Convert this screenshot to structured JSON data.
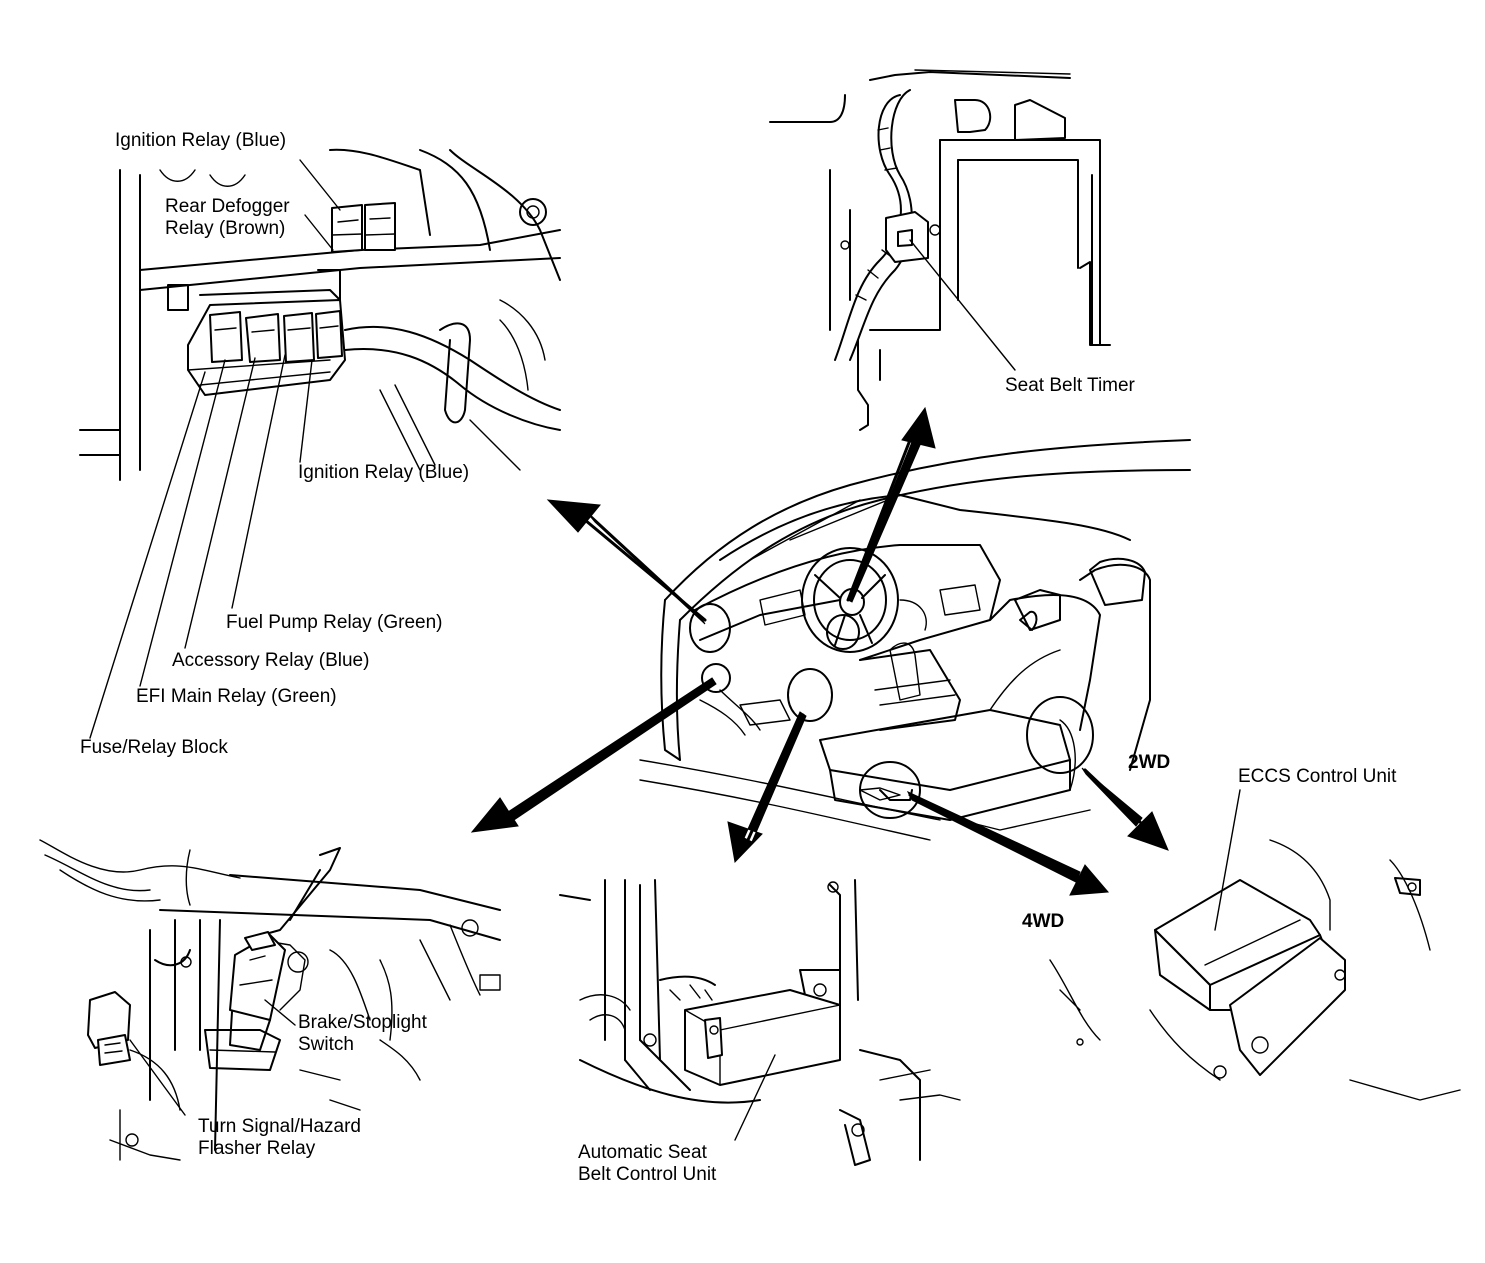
{
  "labels": {
    "ignition_relay_top": "Ignition Relay (Blue)",
    "rear_defogger_line1": "Rear Defogger",
    "rear_defogger_line2": "Relay (Brown)",
    "ignition_relay_bottom": "Ignition Relay (Blue)",
    "fuel_pump_relay": "Fuel Pump Relay (Green)",
    "accessory_relay": "Accessory Relay (Blue)",
    "efi_main_relay": "EFI Main Relay (Green)",
    "fuse_relay_block": "Fuse/Relay Block",
    "seat_belt_timer": "Seat Belt Timer",
    "two_wd": "2WD",
    "four_wd": "4WD",
    "eccs_control_unit": "ECCS Control Unit",
    "brake_switch_line1": "Brake/Stoplight",
    "brake_switch_line2": "Switch",
    "flasher_line1": "Turn Signal/Hazard",
    "flasher_line2": "Flasher Relay",
    "seat_belt_cu_line1": "Automatic Seat",
    "seat_belt_cu_line2": "Belt Control Unit"
  },
  "colors": {
    "ink": "#000000",
    "paper": "#ffffff"
  },
  "icons": [
    "arrow-icon"
  ]
}
